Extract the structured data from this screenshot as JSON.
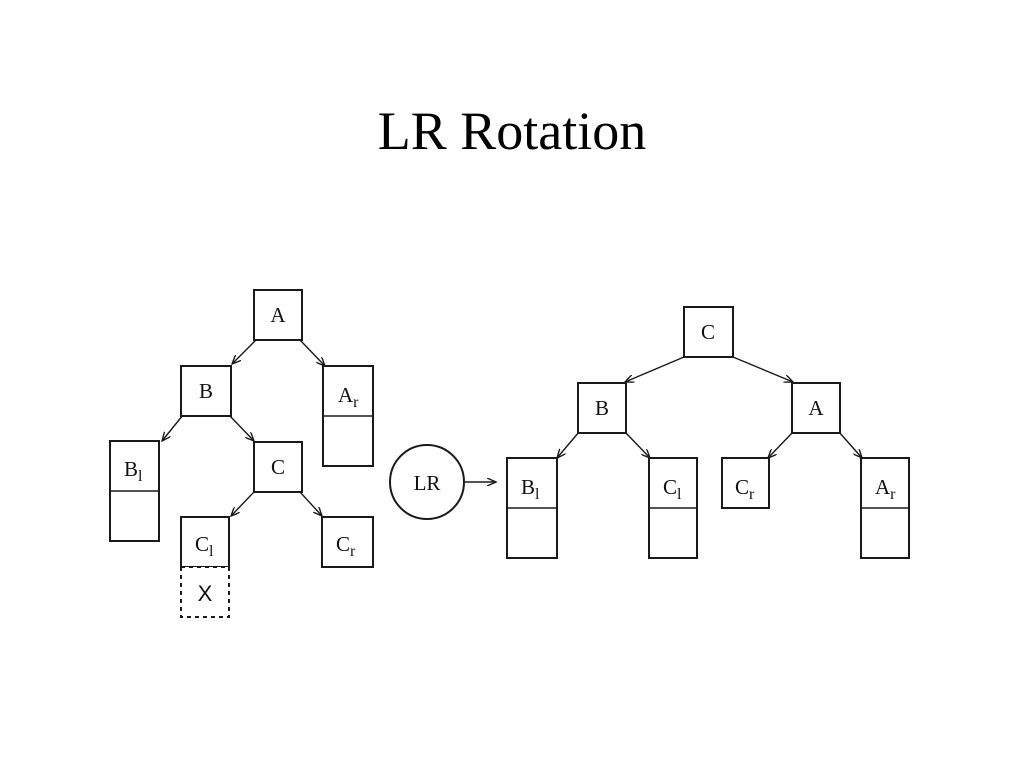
{
  "title": "LR Rotation",
  "operator_label": "LR",
  "before_tree": {
    "A": {
      "main": "A",
      "sub": ""
    },
    "B": {
      "main": "B",
      "sub": ""
    },
    "C": {
      "main": "C",
      "sub": ""
    },
    "Ar": {
      "main": "A",
      "sub": "r"
    },
    "Bl": {
      "main": "B",
      "sub": "l"
    },
    "Cl": {
      "main": "C",
      "sub": "l"
    },
    "Cr": {
      "main": "C",
      "sub": "r"
    },
    "X": {
      "main": "X",
      "sub": ""
    }
  },
  "after_tree": {
    "C": {
      "main": "C",
      "sub": ""
    },
    "B": {
      "main": "B",
      "sub": ""
    },
    "A": {
      "main": "A",
      "sub": ""
    },
    "Bl": {
      "main": "B",
      "sub": "l"
    },
    "Cl": {
      "main": "C",
      "sub": "l"
    },
    "Cr": {
      "main": "C",
      "sub": "r"
    },
    "Ar": {
      "main": "A",
      "sub": "r"
    }
  }
}
